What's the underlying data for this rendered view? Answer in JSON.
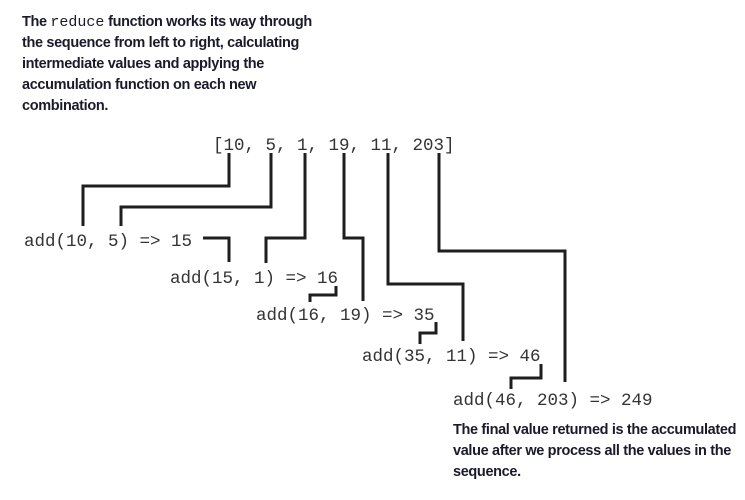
{
  "top_note": {
    "before_code": "The ",
    "code": "reduce",
    "after_code": " function works its way through the sequence from left to right, calculating intermediate values and applying the accumulation function on each new combination."
  },
  "sequence": "[10, 5, 1, 19, 11, 203]",
  "steps": [
    "add(10, 5) => 15",
    "add(15, 1) => 16",
    "add(16, 19) => 35",
    "add(35, 11) => 46",
    "add(46, 203) => 249"
  ],
  "bottom_note": "The final value returned is the accumulated value after we process all the values in the sequence."
}
